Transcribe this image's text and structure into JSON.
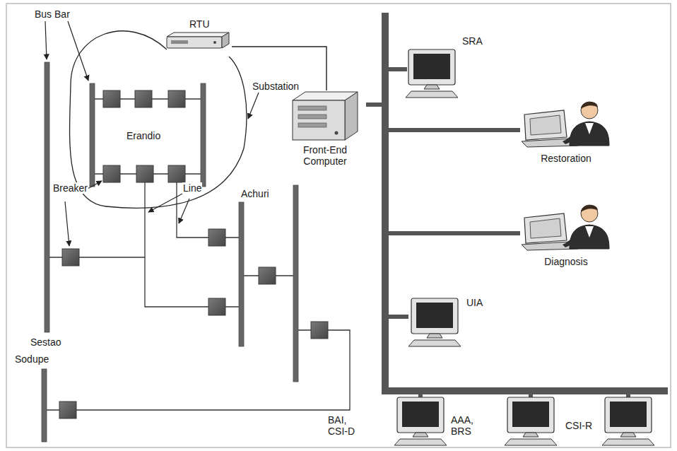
{
  "diagram": {
    "nodes": [
      {
        "text": [
          "RTU"
        ]
      },
      {
        "text": [
          "Front-End Computer"
        ]
      },
      {
        "text": [
          "SRA"
        ]
      },
      {
        "text": [
          "Restoration"
        ]
      },
      {
        "text": [
          "Diagnosis"
        ]
      },
      {
        "text": [
          "UIA"
        ]
      },
      {
        "text": [
          "BAI, CSI-D"
        ]
      },
      {
        "text": [
          "AAA, BRS"
        ]
      },
      {
        "text": [
          "CSI-R"
        ]
      }
    ],
    "edges": [
      {
        "from": 0,
        "to": 1,
        "arrow": "none"
      },
      {
        "from": 1,
        "to": 2,
        "arrow": "none"
      },
      {
        "from": 1,
        "to": 3,
        "arrow": "none"
      },
      {
        "from": 1,
        "to": 4,
        "arrow": "none"
      },
      {
        "from": 1,
        "to": 5,
        "arrow": "none"
      },
      {
        "from": 1,
        "to": 6,
        "arrow": "none"
      },
      {
        "from": 1,
        "to": 7,
        "arrow": "none"
      },
      {
        "from": 1,
        "to": 8,
        "arrow": "none"
      }
    ],
    "labels": [
      "Bus Bar",
      "Substation",
      "Erandio",
      "Breaker",
      "Line",
      "Achuri",
      "Sestao",
      "Sodupe"
    ]
  }
}
